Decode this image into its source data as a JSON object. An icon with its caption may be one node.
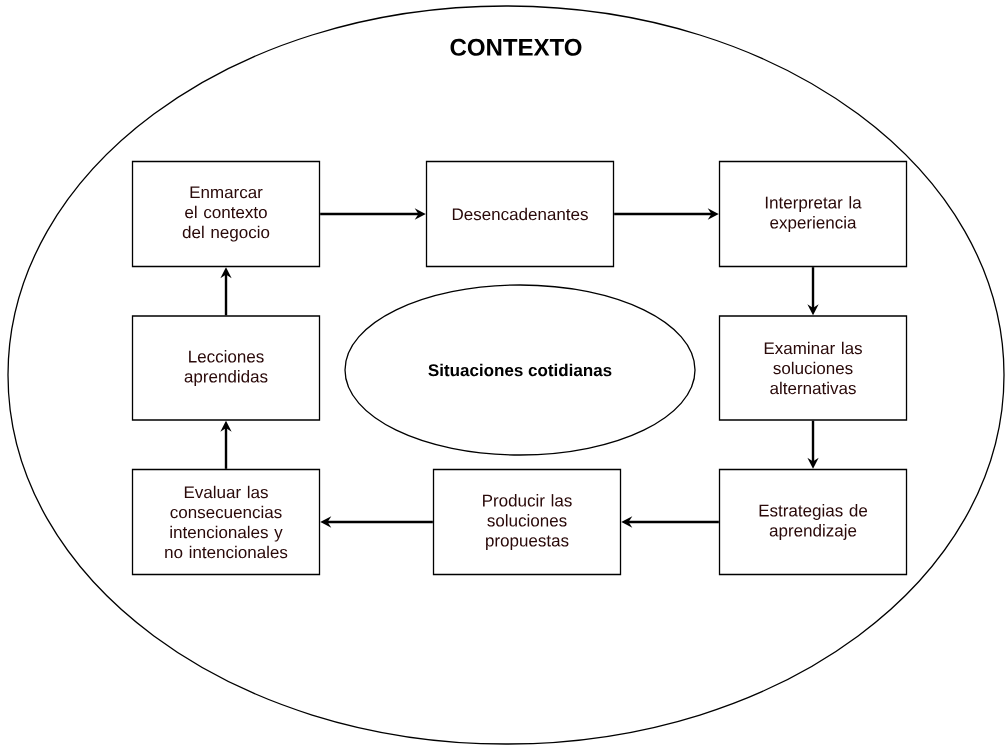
{
  "diagram": {
    "nodes": [
      {
        "text": [
          "CONTEXTO"
        ]
      },
      {
        "text": [
          "Enmarcar el contexto del negocio"
        ],
        "in": 0
      },
      {
        "text": [
          "Desencadenantes"
        ],
        "in": 0
      },
      {
        "text": [
          "Interpretar la experiencia"
        ],
        "in": 0
      },
      {
        "text": [
          "Lecciones aprendidas"
        ],
        "in": 0
      },
      {
        "text": [
          "Situaciones cotidianas"
        ],
        "in": 0
      },
      {
        "text": [
          "Examinar las soluciones alternativas"
        ],
        "in": 0
      },
      {
        "text": [
          "Evaluar las consecuencias intencionales y no intencionales"
        ],
        "in": 0
      },
      {
        "text": [
          "Producir las soluciones propuestas"
        ],
        "in": 0
      },
      {
        "text": [
          "Estrategias de aprendizaje"
        ],
        "in": 0
      }
    ],
    "edges": [
      {
        "from": 1,
        "to": 2,
        "arrow": "to"
      },
      {
        "from": 2,
        "to": 3,
        "arrow": "to"
      },
      {
        "from": 3,
        "to": 6,
        "arrow": "to"
      },
      {
        "from": 6,
        "to": 9,
        "arrow": "to"
      },
      {
        "from": 9,
        "to": 8,
        "arrow": "to"
      },
      {
        "from": 8,
        "to": 7,
        "arrow": "to"
      },
      {
        "from": 7,
        "to": 4,
        "arrow": "to"
      },
      {
        "from": 4,
        "to": 1,
        "arrow": "to"
      }
    ]
  }
}
